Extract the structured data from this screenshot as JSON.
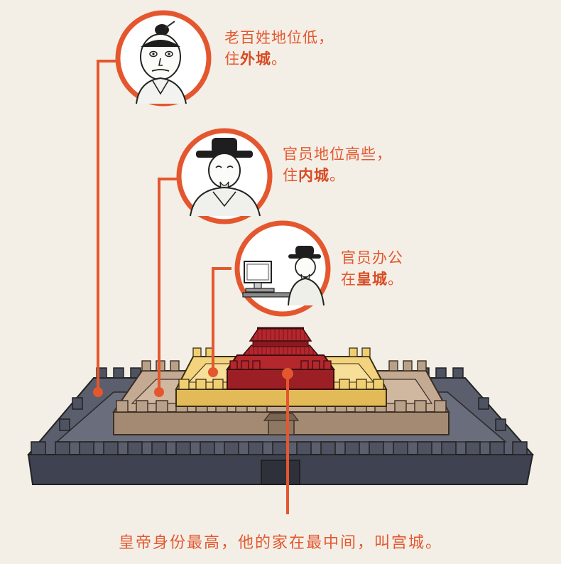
{
  "captions": {
    "commoners": {
      "line1": "老百姓地位低，",
      "pre": "住",
      "bold": "外城",
      "post": "。"
    },
    "officials": {
      "line1": "官员地位高些，",
      "pre": "住",
      "bold": "内城",
      "post": "。"
    },
    "office": {
      "line1": "官员办公",
      "pre": "在",
      "bold": "皇城",
      "post": "。"
    }
  },
  "bottom_caption": "皇帝身份最高，他的家在最中间，叫宫城。",
  "colors": {
    "accent": "#e4572e",
    "outer_city": "#4e5261",
    "inner_city": "#b9a089",
    "imperial_city": "#f0cf73",
    "palace_city": "#b3272d",
    "background": "#f3efe7"
  }
}
